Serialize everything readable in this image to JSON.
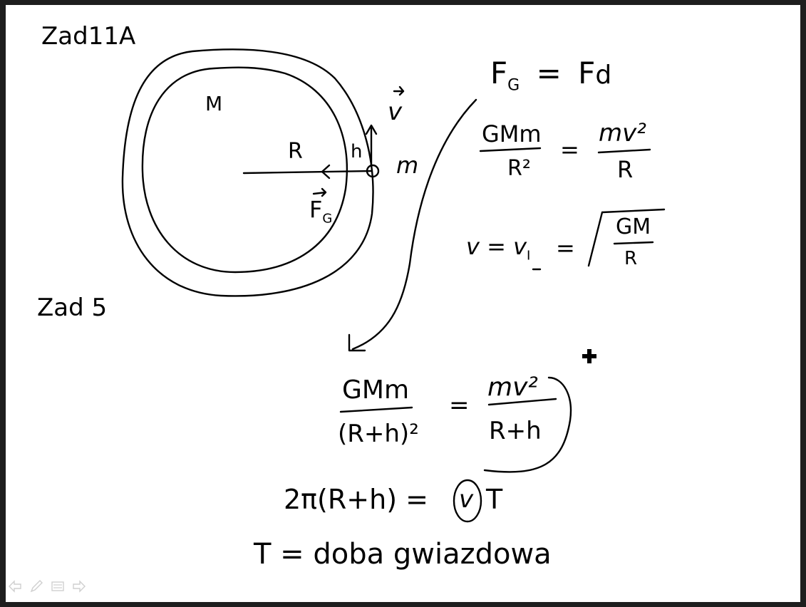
{
  "slide": {
    "heading_top": "Zad11A",
    "heading_mid": "Zad 5",
    "mass_big": "M",
    "radius": "R",
    "height": "h",
    "mass_small": "m",
    "velocity": "v",
    "force": "F",
    "force_sub": "G",
    "eq1_lhs": "F",
    "eq1_lhs_sub": "G",
    "eq1_eq": "=",
    "eq1_rhs": "F",
    "eq1_rhs_sub": "d",
    "eq2_num_left": "GMm",
    "eq2_den_left": "R²",
    "eq2_eq": "=",
    "eq2_num_right": "mv²",
    "eq2_den_right": "R",
    "eq3_left": "v = v",
    "eq3_sub": "I",
    "eq3_eq": "=",
    "eq3_root_num": "GM",
    "eq3_root_den": "R",
    "eq4_num_left": "GMm",
    "eq4_den_left": "(R+h)²",
    "eq4_eq": "=",
    "eq4_num_right": "mv²",
    "eq4_den_right": "R+h",
    "eq5_left": "2π(R+h) =",
    "eq5_v": "v",
    "eq5_right": "T",
    "eq6": "T = doba gwiazdowa"
  },
  "icons": {
    "back": "arrow-left-icon",
    "pen": "pen-icon",
    "menu": "menu-icon",
    "forward": "arrow-right-icon",
    "cursor": "plus-cursor-icon"
  },
  "colors": {
    "ink": "#000000",
    "paper": "#ffffff",
    "frame": "#1e1e1e",
    "controls": "#d0d0d0"
  }
}
